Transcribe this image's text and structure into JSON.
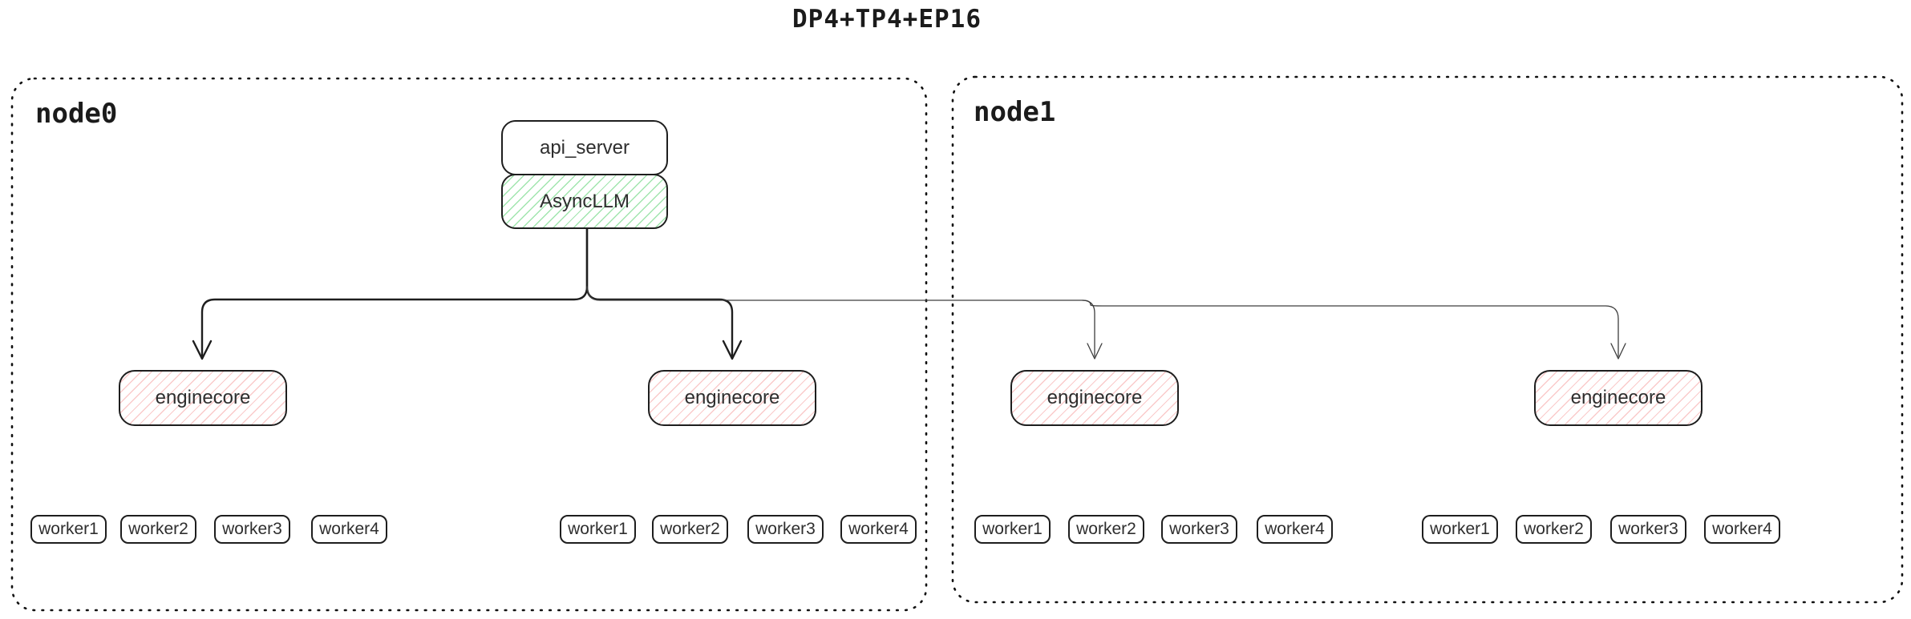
{
  "title": "DP4+TP4+EP16",
  "node0": {
    "label": "node0"
  },
  "node1": {
    "label": "node1"
  },
  "frontend": {
    "api_server_label": "api_server",
    "async_llm_label": "AsyncLLM"
  },
  "enginecore": {
    "label": "enginecore"
  },
  "workers": [
    "worker1",
    "worker2",
    "worker3",
    "worker4"
  ],
  "colors": {
    "outline": "#1e1e1e",
    "async_llm_hatch": "#8ce99a",
    "enginecore_hatch": "#f59696",
    "thick_arrow": "#1e1e1e",
    "thin_arrow": "#3d3d3d",
    "node_border": "#111111"
  }
}
